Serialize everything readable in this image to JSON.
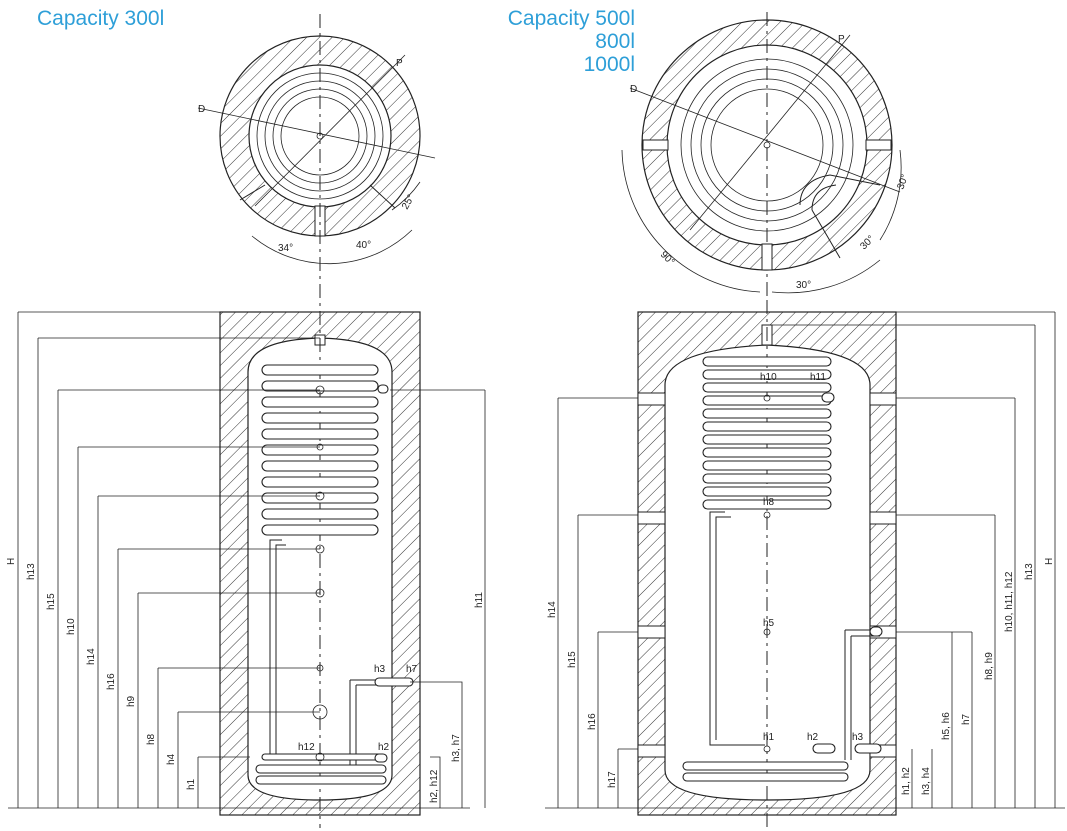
{
  "titles": {
    "left": "Capacity 300l",
    "right": [
      "Capacity 500l",
      "800l",
      "1000l"
    ]
  },
  "top_view_left": {
    "labels": {
      "D": "D",
      "P": "P"
    },
    "angles": [
      "34°",
      "40°",
      "25°"
    ]
  },
  "top_view_right": {
    "labels": {
      "D": "D",
      "P": "P"
    },
    "angles": [
      "30°",
      "30°",
      "30°",
      "90°"
    ]
  },
  "side_left": {
    "inner_labels": [
      "h3",
      "h7",
      "h12",
      "h2"
    ],
    "left_dims": [
      "H",
      "h13",
      "h15",
      "h10",
      "h14",
      "h16",
      "h9",
      "h8",
      "h4",
      "h1"
    ],
    "right_dims": [
      "h11",
      "h3, h7",
      "h2, h12"
    ]
  },
  "side_right": {
    "inner_labels": [
      "h10",
      "h11",
      "h8",
      "h5",
      "h1",
      "h2",
      "h3"
    ],
    "left_dims": [
      "h14",
      "h15",
      "h16",
      "h17"
    ],
    "right_dims": [
      "H",
      "h13",
      "h10, h11, h12",
      "h8, h9",
      "h7",
      "h5, h6",
      "h3, h4",
      "h1, h2"
    ]
  },
  "colors": {
    "accent": "#2e9fd8",
    "line": "#222222"
  }
}
